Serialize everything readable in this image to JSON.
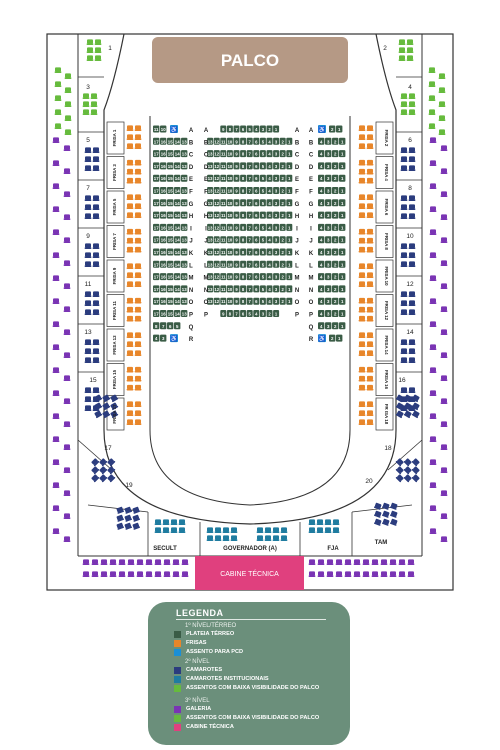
{
  "stage_label": "PALCO",
  "cabin_label": "CABINE TÉCNICA",
  "bottom_labels": {
    "secult": "SECULT",
    "governor": "GOVERNADOR (A)",
    "fja": "FJA",
    "tam": "TAM"
  },
  "box_numbers": [
    "1",
    "2",
    "3",
    "4",
    "5",
    "6",
    "7",
    "8",
    "9",
    "10",
    "11",
    "12",
    "13",
    "14",
    "15",
    "16",
    "17",
    "18",
    "19",
    "20"
  ],
  "frisa_left": [
    "FRISA 1",
    "FRISA 3",
    "FRISA 5",
    "FRISA 7",
    "FRISA 9",
    "FRISA 11",
    "FRISA 13",
    "FRISA 15",
    "FRISA 17"
  ],
  "frisa_right": [
    "FRISA 2",
    "FRISA 4",
    "FRISA 6",
    "FRISA 8",
    "FRISA 10",
    "FRISA 12",
    "FRISA 14",
    "FRISA 16",
    "FR ISA 18"
  ],
  "row_letters": [
    "A",
    "B",
    "C",
    "D",
    "E",
    "F",
    "G",
    "H",
    "I",
    "J",
    "K",
    "L",
    "M",
    "N",
    "O",
    "P",
    "Q",
    "R"
  ],
  "center_seats": {
    "A": [
      "9",
      "8",
      "7",
      "6",
      "5",
      "4",
      "3",
      "2",
      "1"
    ],
    "P": [
      "9",
      "8",
      "7",
      "6",
      "5",
      "4",
      "3",
      "2",
      "1"
    ],
    "full": [
      "13",
      "12",
      "11",
      "10",
      "9",
      "8",
      "7",
      "6",
      "5",
      "4",
      "3",
      "2",
      "1"
    ]
  },
  "left_seats": {
    "A": [
      "11",
      "10"
    ],
    "full": [
      "17",
      "16",
      "15",
      "14",
      "13"
    ],
    "Q": [
      "8",
      "7",
      "6",
      "5"
    ],
    "R": [
      "4",
      "3"
    ]
  },
  "right_seats": {
    "A": [
      "2",
      "1"
    ],
    "full": [
      "4",
      "3",
      "2",
      "1"
    ],
    "R": [
      "2",
      "1"
    ]
  },
  "colors": {
    "stage": "#b59985",
    "plateia": "#3a5c46",
    "frisas": "#e8862a",
    "pcd": "#1a8fd6",
    "camarotes": "#2b3c7e",
    "camarotes_institucionais": "#1f7ca0",
    "baixa_visibilidade": "#66bb3d",
    "galeria": "#7a34b4",
    "cabine": "#e0407e",
    "legend_bg": "#6b8f7b"
  },
  "legend": {
    "title": "LEGENDA",
    "level1": "1º NÍVEL/TÉRREO",
    "level2": "2º NÍVEL",
    "level3": "3º NÍVEL",
    "items_level1": [
      {
        "label": "PLATEIA TÉRREO",
        "color_key": "plateia"
      },
      {
        "label": "FRISAS",
        "color_key": "frisas"
      },
      {
        "label": "ASSENTO PARA PCD",
        "color_key": "pcd"
      }
    ],
    "items_level2": [
      {
        "label": "CAMAROTES",
        "color_key": "camarotes"
      },
      {
        "label": "CAMAROTES INSTITUCIONAIS",
        "color_key": "camarotes_institucionais"
      },
      {
        "label": "ASSENTOS COM BAIXA VISIBILIDADE DO PALCO",
        "color_key": "baixa_visibilidade"
      }
    ],
    "items_level3": [
      {
        "label": "GALERIA",
        "color_key": "galeria"
      },
      {
        "label": "ASSENTOS COM BAIXA VISIBILIDADE DO PALCO",
        "color_key": "baixa_visibilidade"
      },
      {
        "label": "CABINE TÉCNICA",
        "color_key": "cabine"
      }
    ]
  }
}
